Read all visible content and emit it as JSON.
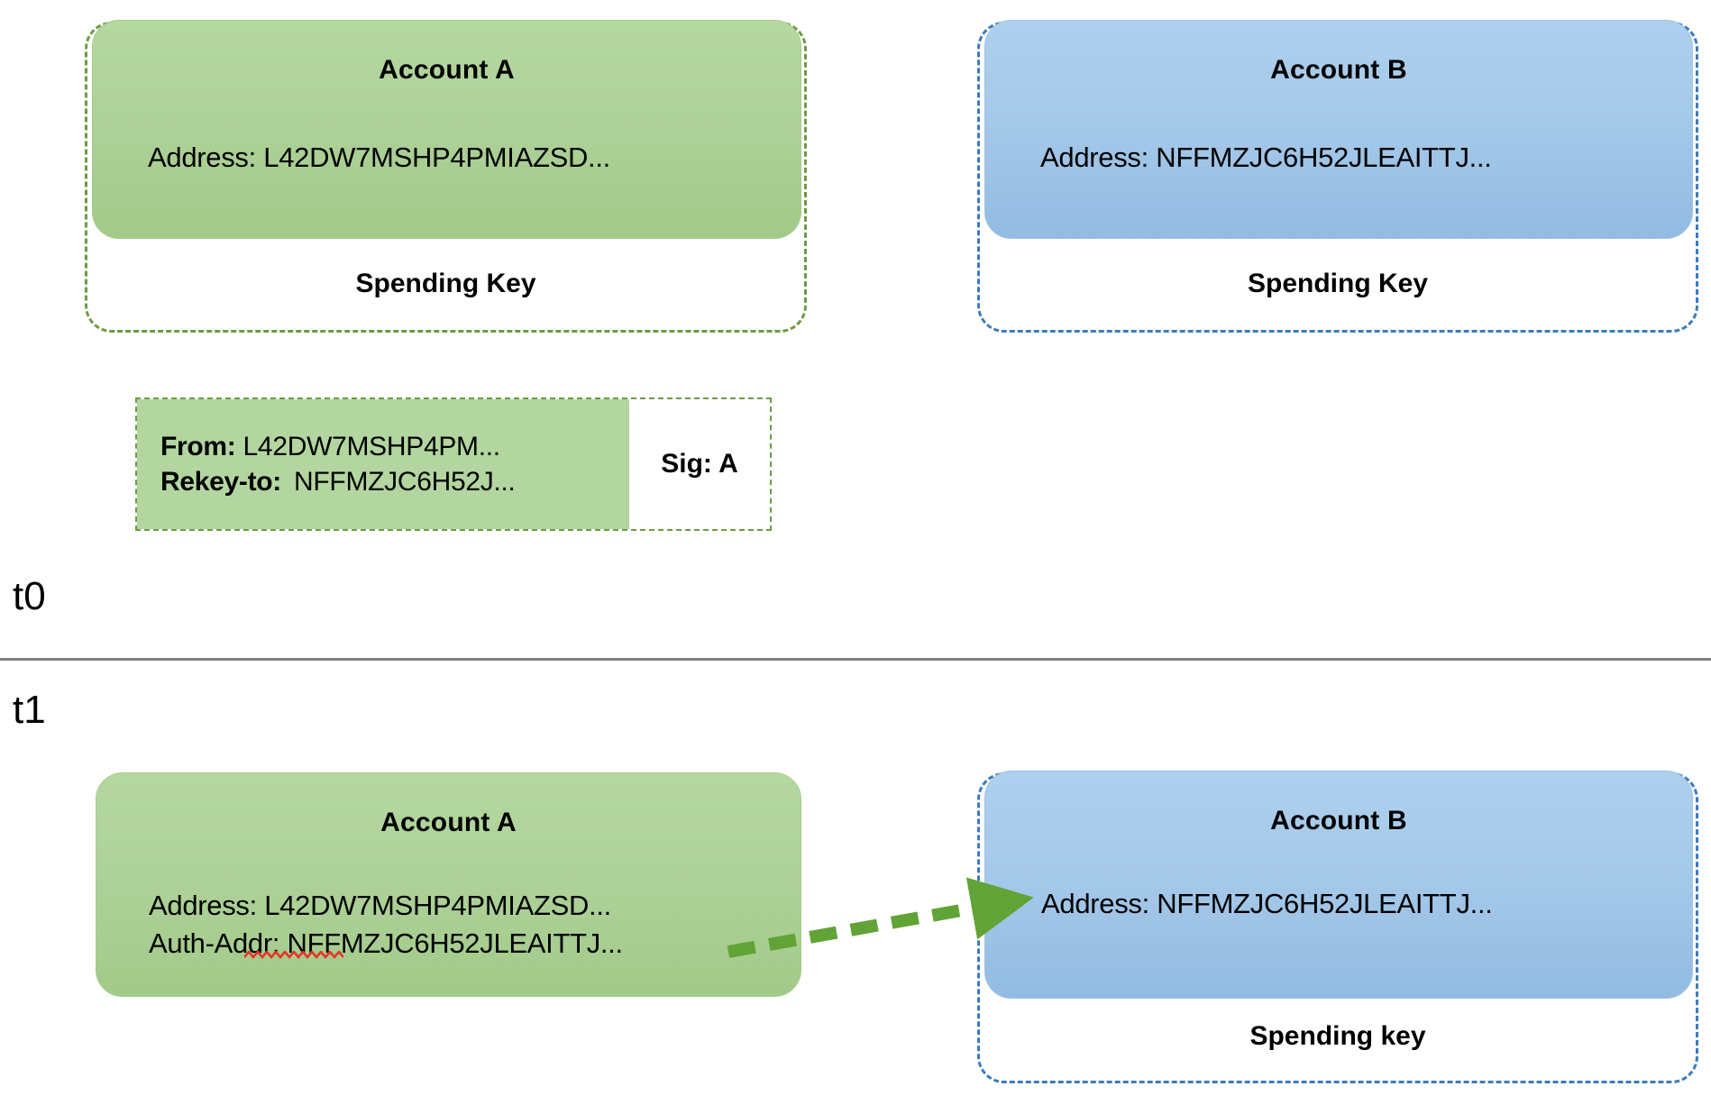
{
  "diagram": {
    "title_top_left": "Account A",
    "title_top_right": "Account B",
    "timeline": {
      "t0_label": "t0",
      "t1_label": "t1"
    },
    "colors": {
      "green_fill": "#AED199",
      "green_dash": "#6E9B43",
      "blue_fill": "#A5C9E9",
      "blue_dash": "#3A7BBF",
      "arrow_green": "#61A336",
      "divider_gray": "#808080",
      "spellcheck_red": "#E8342A",
      "txn_fill": "#B3D6A0"
    },
    "t0": {
      "account_a": {
        "title": "Account A",
        "address": "Address: L42DW7MSHP4PMIAZSD...",
        "spending_key": "Spending Key"
      },
      "account_b": {
        "title": "Account B",
        "address": "Address: NFFMZJC6H52JLEAITTJ...",
        "spending_key": "Spending Key"
      },
      "transaction": {
        "from_label": "From:",
        "from_value": "L42DW7MSHP4PM...",
        "rekey_label": "Rekey-to:",
        "rekey_value": "NFFMZJC6H52J...",
        "signature": "Sig: A"
      }
    },
    "t1": {
      "account_a": {
        "title": "Account A",
        "address": "Address: L42DW7MSHP4PMIAZSD...",
        "auth_addr_label": "Auth-Addr:",
        "auth_addr_value": "NFFMZJC6H52JLEAITTJ..."
      },
      "account_b": {
        "title": "Account B",
        "address": "Address: NFFMZJC6H52JLEAITTJ...",
        "spending_key": "Spending key"
      }
    }
  }
}
